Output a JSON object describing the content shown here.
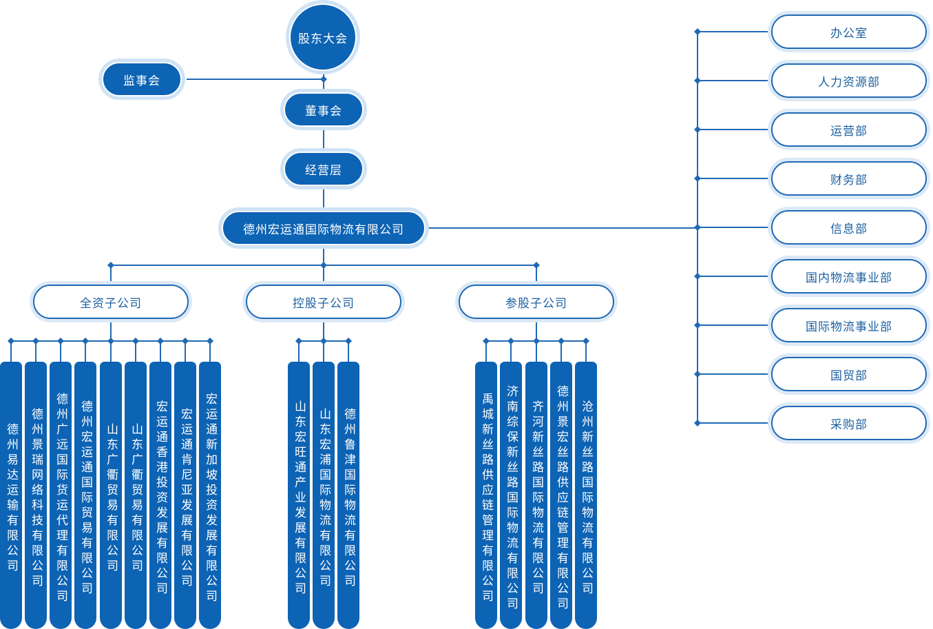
{
  "top": {
    "shareholders": "股东大会",
    "supervisors": "监事会",
    "board": "董事会",
    "management": "经营层",
    "company": "德州宏运通国际物流有限公司"
  },
  "categories": [
    "全资子公司",
    "控股子公司",
    "参股子公司"
  ],
  "wholly_owned": [
    "德州易达运输有限公司",
    "德州景瑞网络科技有限公司",
    "德州广远国际货运代理有限公司",
    "德州宏运通国际贸易有限公司",
    "山东广衢贸易有限公司",
    "山东广衢贸易有限公司",
    "宏运通香港投资发展有限公司",
    "宏运通肯尼亚发展有限公司",
    "宏运通新加坡投资发展有限公司"
  ],
  "controlled": [
    "山东宏旺通产业发展有限公司",
    "山东宏浦国际物流有限公司",
    "德州鲁津国际物流有限公司"
  ],
  "participated": [
    "禹城新丝路供应链管理有限公司",
    "济南综保新丝路国际物流有限公司",
    "齐河新丝路国际物流有限公司",
    "德州景宏丝路供应链管理有限公司",
    "沧州新丝路国际物流有限公司"
  ],
  "departments": [
    "办公室",
    "人力资源部",
    "运营部",
    "财务部",
    "信息部",
    "国内物流事业部",
    "国际物流事业部",
    "国贸部",
    "采购部"
  ],
  "colors": {
    "primary": "#0d63b4",
    "line": "#1f69b4",
    "halo": "#cfe3f5"
  }
}
